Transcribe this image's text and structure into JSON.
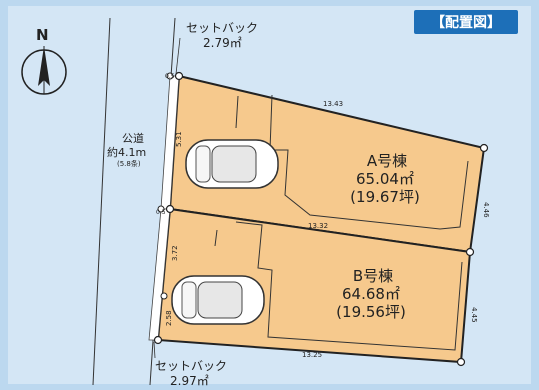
{
  "badge": "【配置図】",
  "setback_top": {
    "line1": "セットバック",
    "line2": "2.79㎡"
  },
  "setback_bottom": {
    "line1": "セットバック",
    "line2": "2.97㎡"
  },
  "road": {
    "line1": "公道",
    "line2": "約4.1m",
    "line3": "(5.8条)"
  },
  "lot_a": {
    "name": "A号棟",
    "area_m2": "65.04㎡",
    "area_tsubo": "(19.67坪)"
  },
  "lot_b": {
    "name": "B号棟",
    "area_m2": "64.68㎡",
    "area_tsubo": "(19.56坪)"
  },
  "dimensions": {
    "top": "13.43",
    "middle": "13.32",
    "bottom": "13.25",
    "right_a": "4.46",
    "right_b": "4.45",
    "left_a": "5.31",
    "left_b": "3.72",
    "left_b_lower": "2.58",
    "setback_top_width": "0.5",
    "setback_mid_width": "0.5"
  },
  "north_label": "N",
  "colors": {
    "lot_fill": "#f6c98d",
    "road_fill": "#bcd8ef",
    "badge": "#1d6fb8"
  }
}
